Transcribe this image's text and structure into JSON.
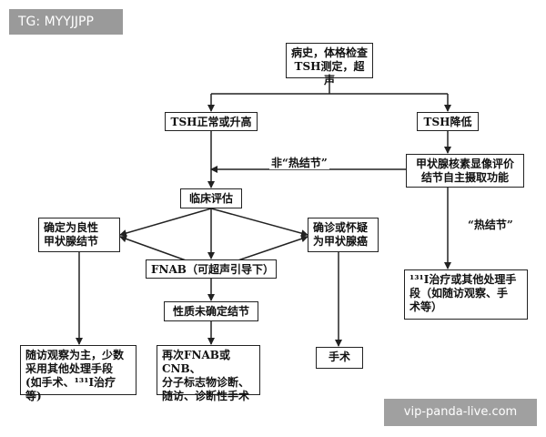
{
  "watermark_top": "TG: MYYJJPP",
  "watermark_bottom": "vip-panda-live.com",
  "nodes": {
    "history": "病史，体格检查\nTSH测定，超声",
    "tsh_normal": "TSH正常或升高",
    "tsh_low": "TSH降低",
    "nuclear": "甲状腺核素显像评价\n结节自主摄取功能",
    "clinical": "临床评估",
    "benign": "确定为良性\n甲状腺结节",
    "suspect": "确诊或怀疑\n为甲状腺癌",
    "fnab": "FNAB（可超声引导下）",
    "indeterminate": "性质未确定结节",
    "followup": "随访观察为主，少数\n采用其他处理手段\n(如手术、¹³¹I治疗等)",
    "repeat": "再次FNAB或CNB、\n分子标志物诊断、\n随访、诊断性手术",
    "surgery": "手术",
    "iodine": "¹³¹I治疗或其他处理手\n段（如随访观察、手\n术等）"
  },
  "edge_labels": {
    "not_hot": "非“热结节”",
    "hot": "“热结节”"
  }
}
